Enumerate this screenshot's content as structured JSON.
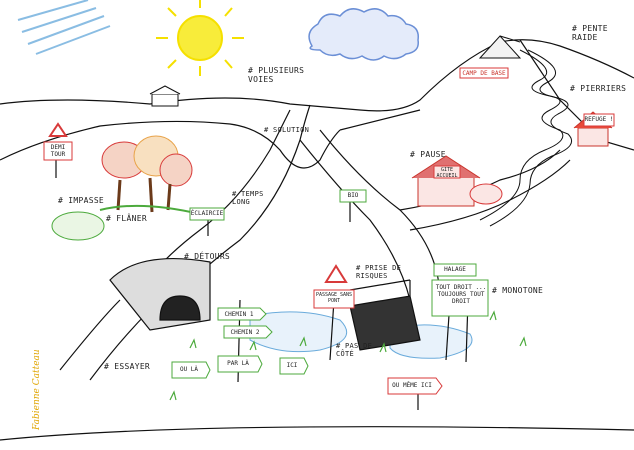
{
  "labels": {
    "pente_raide": "# PENTE RAIDE",
    "camp_de_base": "CAMP DE BASE",
    "plusieurs_voies": "# PLUSIEURS VOIES",
    "solution": "# SOLUTION",
    "pierriers": "# PIERRIERS",
    "refuge": "REFUGE !",
    "demi_tour": "DEMI TOUR",
    "pause": "# PAUSE",
    "gite_accueil": "GITE ACCUEIL",
    "impasse": "# IMPASSE",
    "flaner": "# FLÂNER",
    "eclaircie": "ÉCLAIRCIE",
    "temps_long": "# TEMPS LONG",
    "bio": "BIO",
    "detours": "# DÉTOURS",
    "halage": "HALAGE",
    "tout_droit": "TOUT DROIT ... TOUJOURS TOUT DROIT",
    "passage_sans_pont": "PASSAGE SANS PONT",
    "prise_de_risques": "# PRISE DE RISQUES",
    "monotone": "# MONOTONE",
    "chemin_1": "CHEMIN 1",
    "chemin_2": "CHEMIN 2",
    "ou_la": "OU LÀ",
    "par_la": "PAR LÀ",
    "ici": "ICI",
    "pas_de_cote": "# PAS DE CÔTÉ",
    "essayer": "# ESSAYER",
    "ou_meme_ici": "OU MÊME ICI",
    "credit": "Fabienne Catteau"
  },
  "colors": {
    "sun": "#f5e000",
    "cloud": "#6b8fd6",
    "rain": "#5aa2d8",
    "tree_red": "#d83a3a",
    "tree_orange": "#e8a34a",
    "tree_green": "#5aa54a",
    "grass": "#4caa3c",
    "credit": "#e0a500"
  },
  "icons": [
    "sun-icon",
    "cloud-icon",
    "house-icon",
    "tent-icon",
    "bridge-icon",
    "tunnel-icon",
    "warning-sign-icon"
  ]
}
